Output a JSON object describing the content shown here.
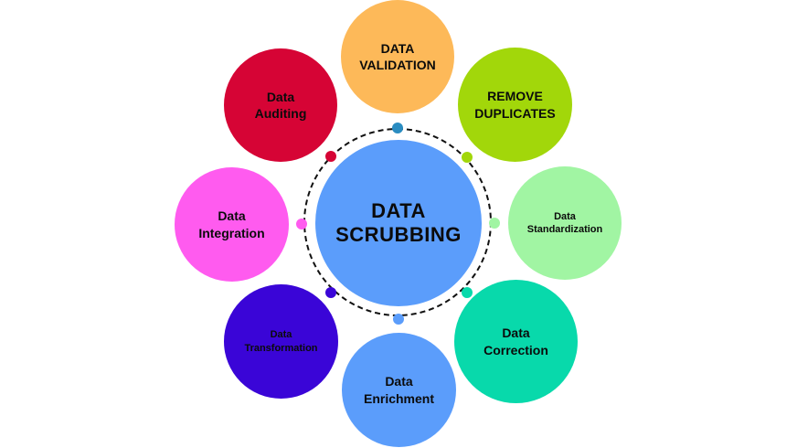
{
  "center": {
    "line1": "DATA",
    "line2": "SCRUBBING",
    "color": "#5b9dfb"
  },
  "nodes": [
    {
      "line1": "DATA",
      "line2": "VALIDATION",
      "color": "#fdb959"
    },
    {
      "line1": "REMOVE",
      "line2": "DUPLICATES",
      "color": "#a2d70a"
    },
    {
      "line1": "Data",
      "line2": "Standardization",
      "color": "#a1f5a3"
    },
    {
      "line1": "Data",
      "line2": "Correction",
      "color": "#08d9ab"
    },
    {
      "line1": "Data",
      "line2": "Enrichment",
      "color": "#5b9dfb"
    },
    {
      "line1": "Data",
      "line2": "Transformation",
      "color": "#3a05d7"
    },
    {
      "line1": "Data",
      "line2": "Integration",
      "color": "#ff5bef"
    },
    {
      "line1": "Data",
      "line2": "Auditing",
      "color": "#d60435"
    }
  ],
  "dots": [
    "#2a8cc1",
    "#a2d70a",
    "#a1f5a3",
    "#08d9ab",
    "#5b9dfb",
    "#3a05d7",
    "#ff5bef",
    "#d60435"
  ]
}
